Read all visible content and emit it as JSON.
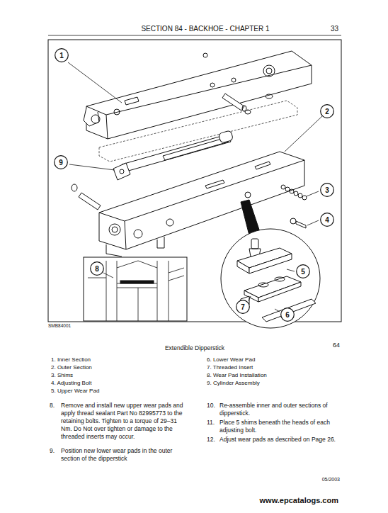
{
  "diagram": {
    "caption": "Extendible Dipperstick",
    "nodes": [
      {
        "text": [
          "1"
        ]
      },
      {
        "text": [
          "2"
        ]
      },
      {
        "text": [
          "9"
        ]
      },
      {
        "text": [
          "3"
        ]
      },
      {
        "text": [
          "4"
        ]
      },
      {
        "text": [
          "8"
        ]
      },
      {
        "text": [
          "5"
        ]
      },
      {
        "text": [
          "7"
        ]
      },
      {
        "text": [
          "6"
        ]
      }
    ],
    "labels": [
      "SECTION 84 - BACKHOE - CHAPTER 1",
      "33",
      "SMB84001",
      "64",
      "1. Inner Section",
      "2. Outer Section",
      "3. Shims",
      "4. Adjusting Bolt",
      "5. Upper Wear Pad",
      "6. Lower Wear Pad",
      "7. Threaded Insert",
      "8. Wear Pad Installation",
      "9. Cylinder Assembly",
      "8.",
      "Remove and install new upper wear pads and apply thread sealant Part No 82995773 to the retaining bolts. Tighten to a torque of 29–31 Nm. Do Not over tighten or damage to the threaded inserts may occur.",
      "9.",
      "Position new lower wear pads in the outer section of the dipperstick",
      "10.",
      "Re-assemble inner and outer sections of dipperstick.",
      "11.",
      "Place 5 shims beneath the heads of each adjusting bolt.",
      "12.",
      "Adjust wear pads as described on Page 26.",
      "05/2003",
      "www.epcatalogs.com"
    ]
  }
}
